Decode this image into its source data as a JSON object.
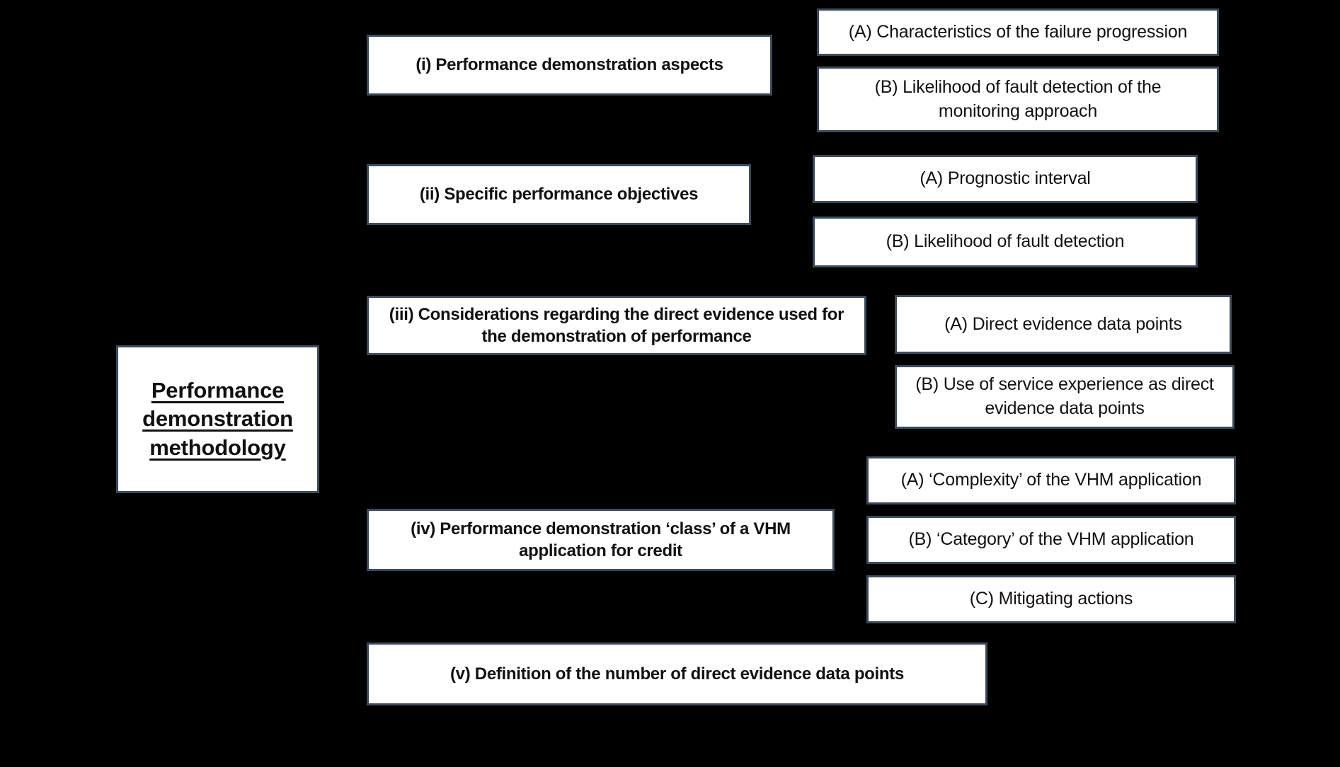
{
  "diagram": {
    "title": "Performance demonstration methodology",
    "colors": {
      "background": "#000000",
      "box_fill": "#FFFFFF",
      "box_border": "#3C4A5C",
      "text": "#111111"
    },
    "root": {
      "label": "Performance\ndemonstration\nmethodology"
    },
    "branches": [
      {
        "id": "i",
        "label": "(i) Performance demonstration aspects",
        "children": [
          {
            "id": "A",
            "label": "(A) Characteristics of the failure progression"
          },
          {
            "id": "B",
            "label": "(B) Likelihood of fault detection of the\nmonitoring approach"
          }
        ]
      },
      {
        "id": "ii",
        "label": "(ii) Specific performance objectives",
        "children": [
          {
            "id": "A",
            "label": "(A) Prognostic interval"
          },
          {
            "id": "B",
            "label": "(B) Likelihood of fault detection"
          }
        ]
      },
      {
        "id": "iii",
        "label": "(iii) Considerations regarding the direct evidence used for\nthe demonstration of performance",
        "children": [
          {
            "id": "A",
            "label": "(A) Direct evidence data points"
          },
          {
            "id": "B",
            "label": "(B) Use of service experience as direct\nevidence data points"
          }
        ]
      },
      {
        "id": "iv",
        "label": "(iv) Performance demonstration ‘class’ of a VHM\napplication for credit",
        "children": [
          {
            "id": "A",
            "label": "(A) ‘Complexity’ of the VHM application"
          },
          {
            "id": "B",
            "label": "(B) ‘Category’ of the VHM application"
          },
          {
            "id": "C",
            "label": "(C) Mitigating actions"
          }
        ]
      },
      {
        "id": "v",
        "label": "(v) Definition of the number of direct evidence data points",
        "children": []
      }
    ]
  }
}
